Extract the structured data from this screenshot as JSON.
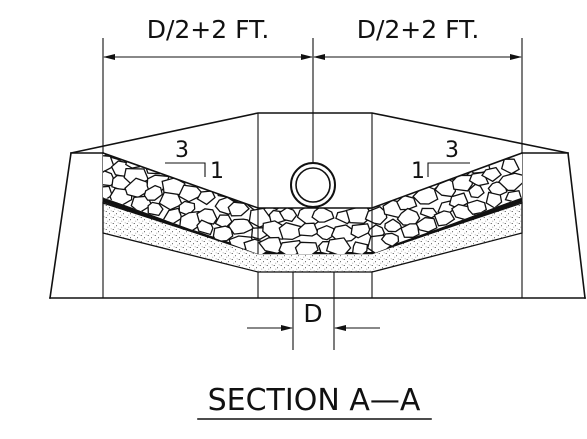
{
  "dimensions": {
    "left_width": "D/2+2 FT.",
    "right_width": "D/2+2 FT.",
    "pipe_diameter": "D"
  },
  "slopes": {
    "left": {
      "run": "3",
      "rise": "1"
    },
    "right": {
      "run": "3",
      "rise": "1"
    }
  },
  "title": "SECTION A—A",
  "colors": {
    "ink": "#111111",
    "paper": "#ffffff"
  }
}
